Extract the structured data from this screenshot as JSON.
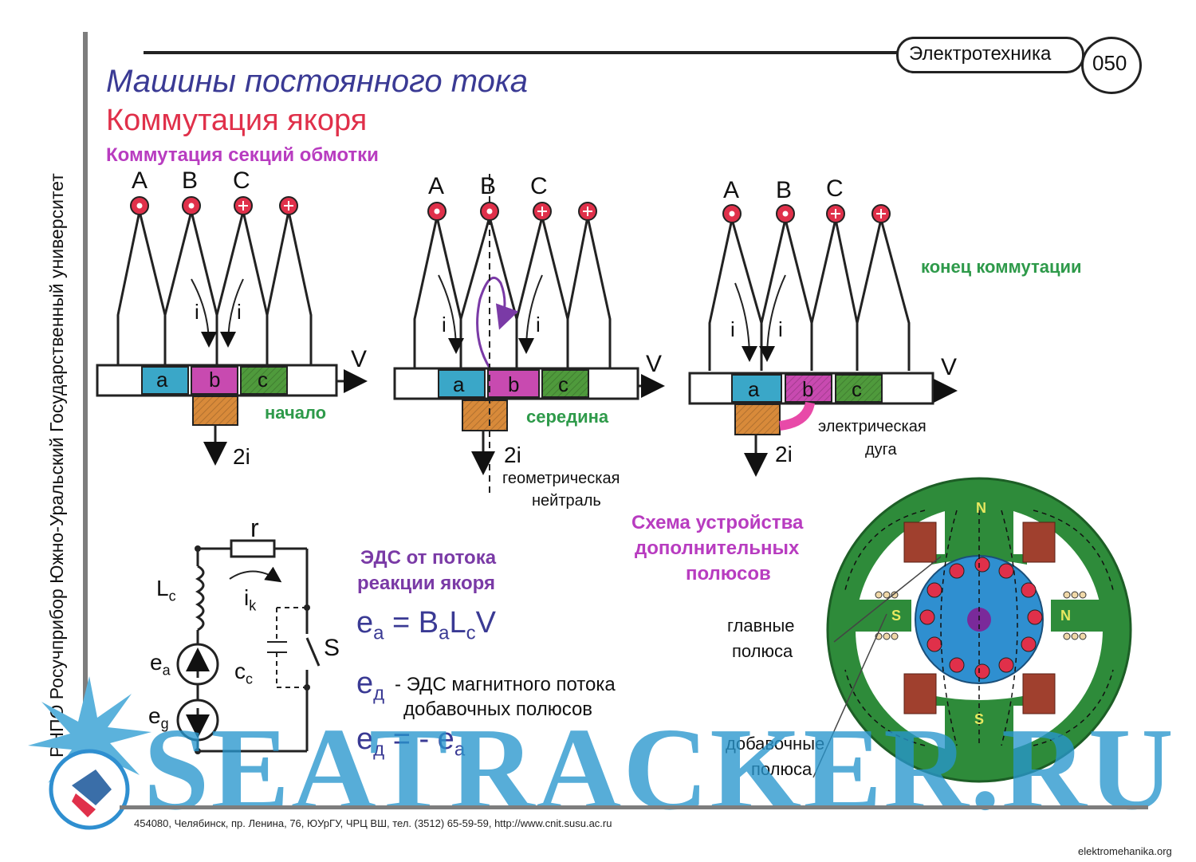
{
  "header": {
    "subject": "Электротехника",
    "page_number": "050",
    "title": "Машины постоянного тока",
    "subtitle": "Коммутация якоря",
    "section": "Коммутация секций обмотки"
  },
  "sidebar": {
    "vertical_text": "РНПО Росучприбор Южно-Уральский Государственный университет"
  },
  "stages": [
    {
      "name": "начало",
      "letters": [
        "A",
        "B",
        "C"
      ],
      "segments": [
        "a",
        "b",
        "c"
      ],
      "current": "i",
      "brush_current": "2i",
      "speed": "V"
    },
    {
      "name": "середина",
      "letters": [
        "A",
        "B",
        "C"
      ],
      "segments": [
        "a",
        "b",
        "c"
      ],
      "current": "i",
      "brush_current": "2i",
      "speed": "V",
      "neutral_line1": "геометрическая",
      "neutral_line2": "нейтраль"
    },
    {
      "name": "конец коммутации",
      "letters": [
        "A",
        "B",
        "C"
      ],
      "segments": [
        "a",
        "b",
        "c"
      ],
      "current": "i",
      "brush_current": "2i",
      "speed": "V",
      "arc_line1": "электрическая",
      "arc_line2": "дуга"
    }
  ],
  "circuit": {
    "r": "r",
    "L": "L",
    "L_sub": "c",
    "ik": "i",
    "ik_sub": "k",
    "ea": "e",
    "ea_sub": "a",
    "eg": "e",
    "eg_sub": "g",
    "cc": "c",
    "cc_sub": "c",
    "switch": "S"
  },
  "emf": {
    "heading_line1": "ЭДС от потока",
    "heading_line2": "реакции якоря",
    "f1_a": "e",
    "f1_a_sub": "a",
    "f1_eq": " = B",
    "f1_b_sub": "a",
    "f1_L": "L",
    "f1_L_sub": "c",
    "f1_V": "V",
    "ed": "e",
    "ed_sub": "д",
    "ed_desc_line1": "- ЭДС магнитного потока",
    "ed_desc_line2": "добавочных полюсов",
    "f2_lhs": "e",
    "f2_lhs_sub": "д",
    "f2_eq": " = - e",
    "f2_rhs_sub": "a"
  },
  "machine": {
    "heading_line1": "Схема устройства",
    "heading_line2": "дополнительных",
    "heading_line3": "полюсов",
    "main_poles_line1": "главные",
    "main_poles_line2": "полюса",
    "add_poles_line1": "добавочные",
    "add_poles_line2": "полюса",
    "pole_top": "N",
    "pole_bottom": "S",
    "pole_left": "S",
    "pole_right": "N"
  },
  "footer": {
    "address": "454080, Челябинск, пр. Ленина, 76, ЮУрГУ, ЧРЦ ВШ, тел. (3512) 65-59-59, http://www.cnit.susu.ac.ru",
    "site": "elektromehanika.org",
    "watermark": "SEATRACKER.RU"
  },
  "colors": {
    "title_blue": "#3a3a94",
    "title_red": "#e0304a",
    "magenta": "#b83cc0",
    "green": "#2e9a4a",
    "segment_a": "#3aa7c8",
    "segment_b": "#c84ab0",
    "segment_c": "#4f9a3c",
    "brush": "#d88a3a",
    "stator": "#2e8b3a",
    "rotor": "#2f8fd0"
  }
}
